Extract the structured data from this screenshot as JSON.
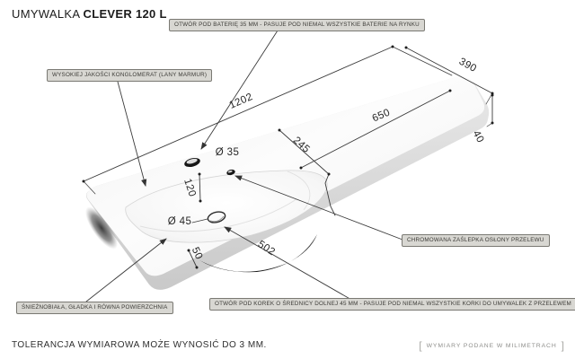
{
  "page": {
    "title": {
      "product_type": "UMYWALKA",
      "model": "CLEVER 120 L"
    }
  },
  "callouts": {
    "faucet_hole": "OTWÓR POD BATERIĘ 35 MM - PASUJE POD NIEMAL WSZYSTKIE BATERIE NA RYNKU",
    "material": "WYSOKIEJ JAKOŚCI KONGLOMERAT (LANY MARMUR)",
    "overflow_cap": "CHROMOWANA ZAŚLEPKA OSŁONY PRZELEWU",
    "surface": "ŚNIEŻNOBIAŁA, GŁADKA I RÓWNA POWIERZCHNIA",
    "drain_hole": "OTWÓR POD KOREK O ŚREDNICY DOLNEJ 45 MM - PASUJE POD NIEMAL WSZYSTKIE KORKI DO UMYWALEK Z PRZELEWEM"
  },
  "dimensions_mm": {
    "total_length": "1202",
    "depth": "390",
    "edge_thickness": "40",
    "right_section": "650",
    "bowl_front_to_back": "245",
    "faucet_to_bowl": "120",
    "bowl_to_front": "50",
    "bowl_width": "502",
    "faucet_hole_diameter": "Ø 35",
    "drain_hole_diameter": "Ø 45"
  },
  "footer": {
    "tolerance_note": "TOLERANCJA WYMIAROWA MOŻE WYNOSIĆ DO 3 MM.",
    "units_bracket_left": "[",
    "units_note": "WYMIARY PODANE W MILIMETRACH",
    "units_bracket_right": "]"
  },
  "colors": {
    "background": "#ffffff",
    "dimension_line": "#3a3a3a",
    "callout_background": "#d8d7d2",
    "callout_border": "#7a7973",
    "basin_shadow": "#1c1c1c",
    "muted_text": "#8f8f8c"
  }
}
